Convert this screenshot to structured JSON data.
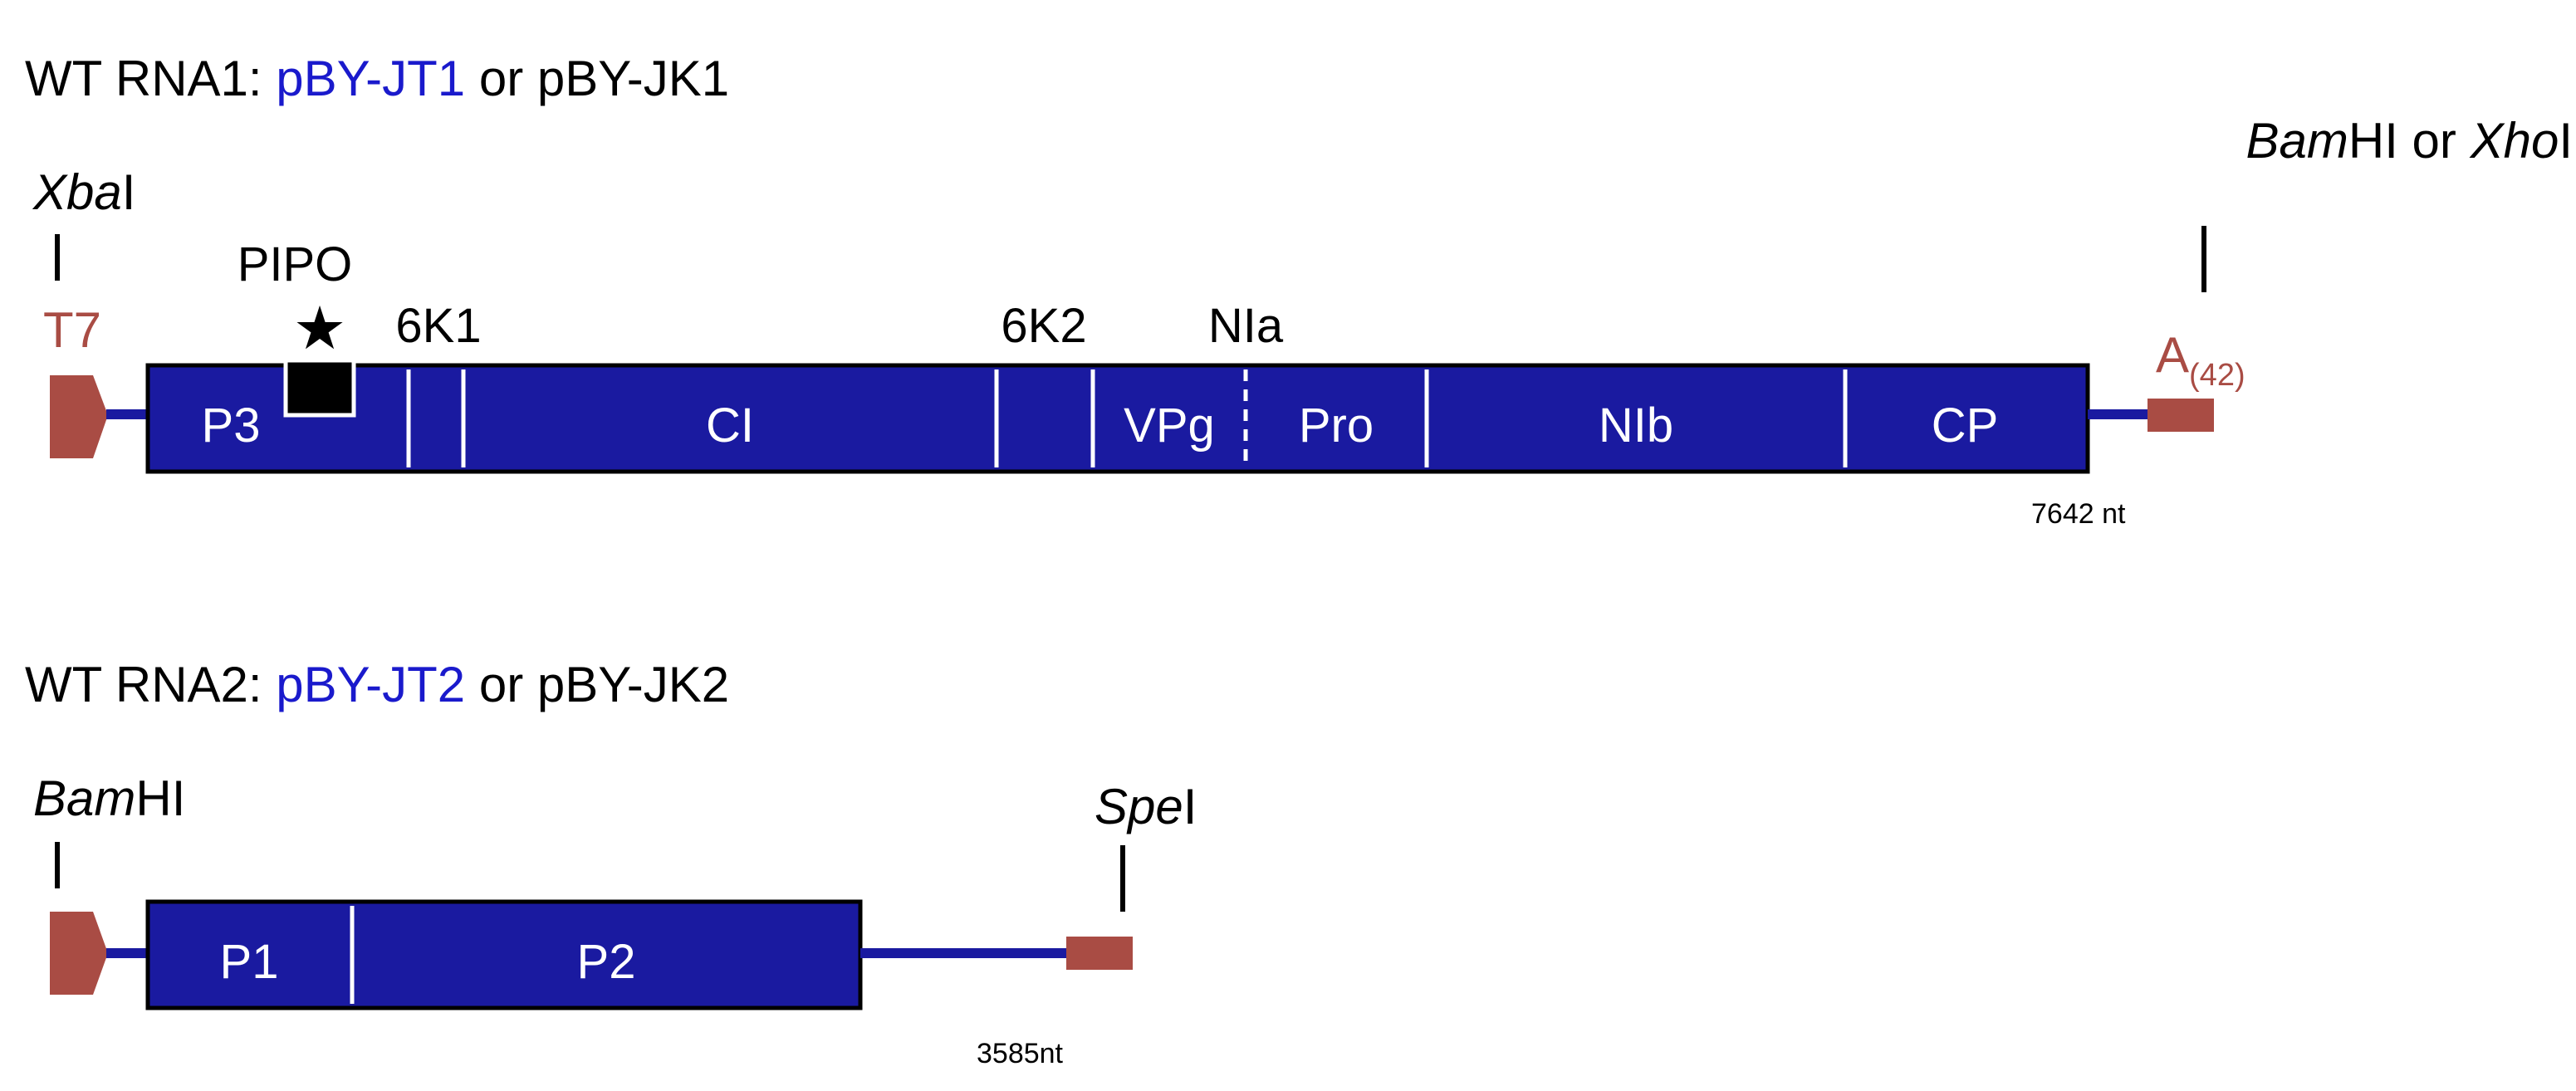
{
  "rna1": {
    "title_prefix": "WT RNA1: ",
    "title_clone": "pBY-JT1",
    "title_suffix": " or pBY-JK1",
    "site_left_italic": "Xba",
    "site_left_roman": "I",
    "site_right_1_italic": "Bam",
    "site_right_1_roman": "HI or ",
    "site_right_2_italic": "Xho",
    "site_right_2_roman": "I",
    "promoter_label": "T7",
    "polyA_label": "A",
    "polyA_sub": "(42)",
    "pipo_label": "PIPO",
    "pipo_star": "★",
    "label_6k1": "6K1",
    "label_6k2": "6K2",
    "label_nia": "NIa",
    "segments": [
      "P3",
      "CI",
      "VPg",
      "Pro",
      "NIb",
      "CP"
    ],
    "length": "7642 nt"
  },
  "rna2": {
    "title_prefix": "WT RNA2: ",
    "title_clone": "pBY-JT2",
    "title_suffix": " or pBY-JK2",
    "site_left_italic": "Bam",
    "site_left_roman": "HI",
    "site_right_italic": "Spe",
    "site_right_roman": "I",
    "segments": [
      "P1",
      "P2"
    ],
    "length": "3585nt"
  },
  "colors": {
    "gene_fill": "#1a1aa0",
    "line": "#1a1aa0",
    "element_red": "#a94c44",
    "clone_blue": "#1a1acc"
  }
}
